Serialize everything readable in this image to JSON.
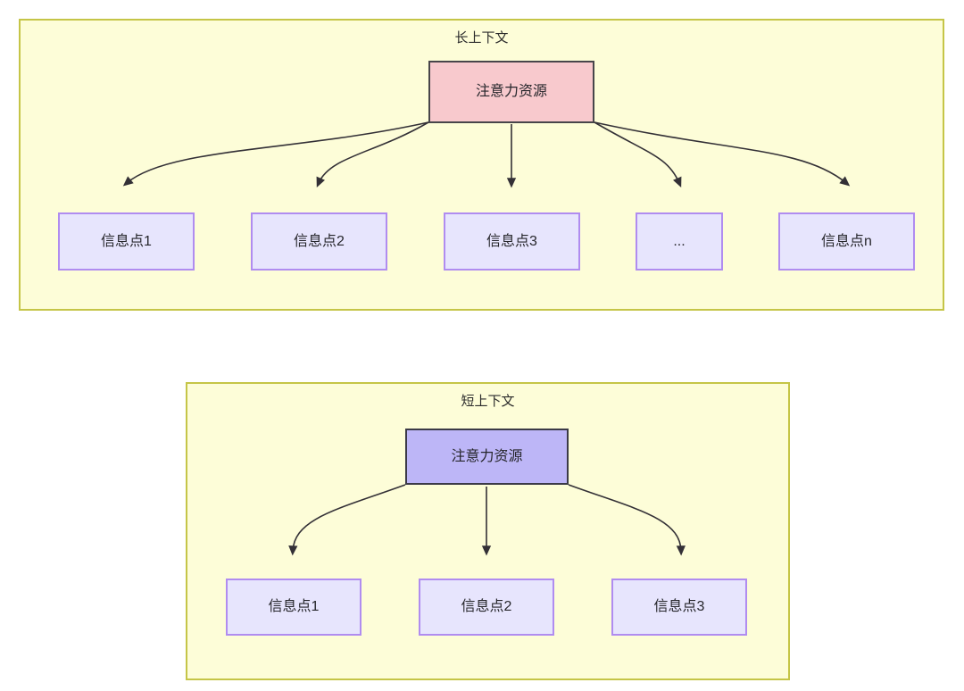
{
  "diagram": {
    "type": "hierarchy",
    "panels": [
      {
        "id": "long-context",
        "title": "长上下文",
        "root": {
          "label": "注意力资源",
          "fill": "#f8c9cd",
          "stroke": "#47454a"
        },
        "children": [
          {
            "label": "信息点1"
          },
          {
            "label": "信息点2"
          },
          {
            "label": "信息点3"
          },
          {
            "label": "..."
          },
          {
            "label": "信息点n"
          }
        ],
        "panel_fill": "#fdfdd8",
        "panel_stroke": "#c5c547"
      },
      {
        "id": "short-context",
        "title": "短上下文",
        "root": {
          "label": "注意力资源",
          "fill": "#bdb6f7",
          "stroke": "#3b3a47"
        },
        "children": [
          {
            "label": "信息点1"
          },
          {
            "label": "信息点2"
          },
          {
            "label": "信息点3"
          }
        ],
        "panel_fill": "#fdfdd8",
        "panel_stroke": "#c5c547"
      }
    ],
    "colors": {
      "info_node_fill": "#e7e5fd",
      "info_node_stroke": "#b08cf0",
      "edge_stroke": "#333036",
      "text": "#26262b",
      "background": "#ffffff"
    }
  }
}
